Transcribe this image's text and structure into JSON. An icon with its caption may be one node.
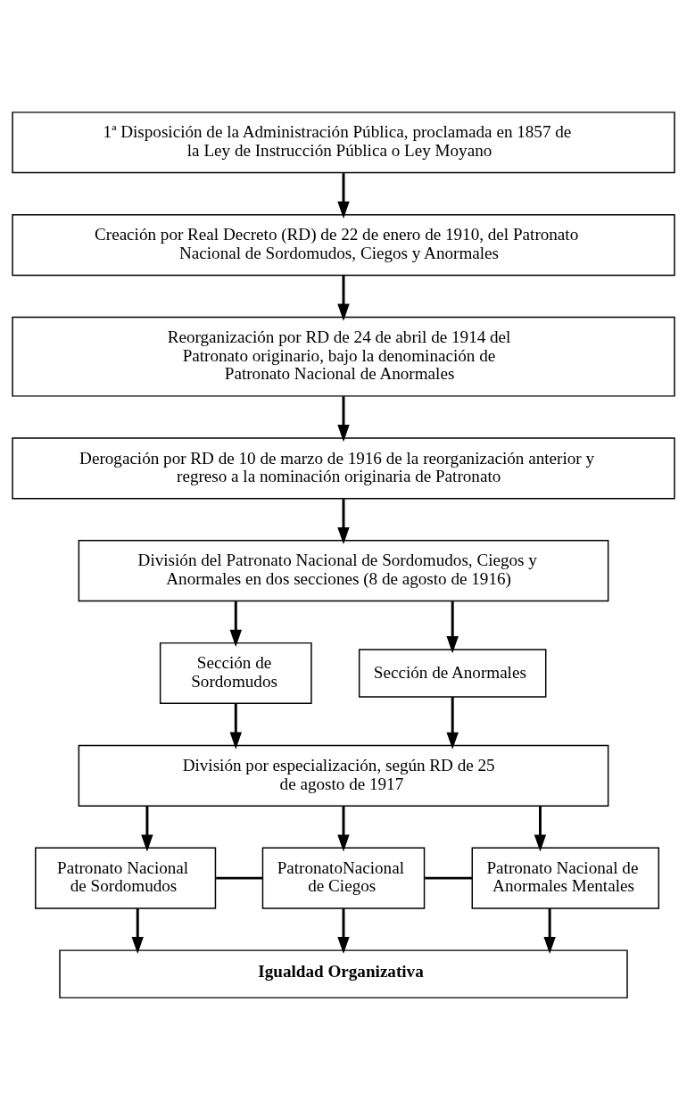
{
  "diagram": {
    "nodes": [
      {
        "text": [
          "1ª Disposición de la Administración Pública, proclamada en 1857 de la Ley de Instrucción Pública o Ley Moyano"
        ]
      },
      {
        "text": [
          "Creación por Real Decreto (RD) de 22 de enero de 1910, del Patronato Nacional de Sordomudos, Ciegos y Anormales"
        ]
      },
      {
        "text": [
          "Reorganización por RD de 24 de abril de 1914 del Patronato originario, bajo la denominación de Patronato Nacional de Anormales"
        ]
      },
      {
        "text": [
          "Derogación por RD de 10 de marzo de 1916 de la reorganización anterior y regreso a la nominación originaria de Patronato"
        ]
      },
      {
        "text": [
          "División del Patronato Nacional de Sordomudos, Ciegos y Anormales en dos secciones (8 de agosto de 1916)"
        ]
      },
      {
        "text": [
          "Sección de Sordomudos"
        ]
      },
      {
        "text": [
          "Sección de Anormales"
        ]
      },
      {
        "text": [
          "División por especialización, según RD de 25 de agosto de 1917"
        ]
      },
      {
        "text": [
          "Patronato Nacional de Sordomudos"
        ]
      },
      {
        "text": [
          "PatronatoNacional de Ciegos"
        ]
      },
      {
        "text": [
          "Patronato Nacional de Anormales Mentales"
        ]
      },
      {
        "text": [
          "Igualdad Organizativa"
        ]
      }
    ],
    "edges": [
      {
        "from": 0,
        "to": 1,
        "arrow": "to"
      },
      {
        "from": 1,
        "to": 2,
        "arrow": "to"
      },
      {
        "from": 2,
        "to": 3,
        "arrow": "to"
      },
      {
        "from": 3,
        "to": 4,
        "arrow": "to"
      },
      {
        "from": 4,
        "to": 5,
        "arrow": "to"
      },
      {
        "from": 4,
        "to": 6,
        "arrow": "to"
      },
      {
        "from": 5,
        "to": 7,
        "arrow": "to"
      },
      {
        "from": 6,
        "to": 7,
        "arrow": "to"
      },
      {
        "from": 7,
        "to": 8,
        "arrow": "to"
      },
      {
        "from": 7,
        "to": 9,
        "arrow": "to"
      },
      {
        "from": 7,
        "to": 10,
        "arrow": "to"
      },
      {
        "from": 8,
        "to": 9,
        "arrow": "none"
      },
      {
        "from": 9,
        "to": 10,
        "arrow": "none"
      },
      {
        "from": 8,
        "to": 11,
        "arrow": "to"
      },
      {
        "from": 9,
        "to": 11,
        "arrow": "to"
      },
      {
        "from": 10,
        "to": 11,
        "arrow": "to"
      }
    ]
  }
}
